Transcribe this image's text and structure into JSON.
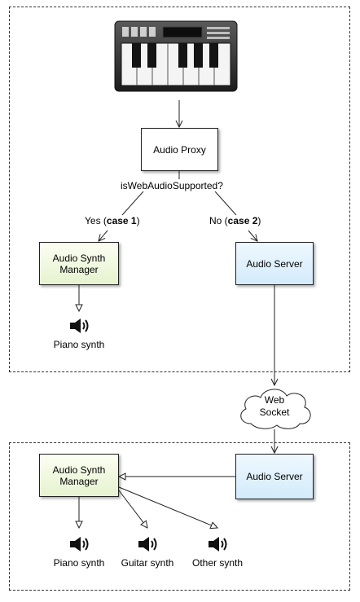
{
  "nodes": {
    "audio_proxy": "Audio Proxy",
    "synth_manager_top": "Audio Synth\nManager",
    "audio_server_top": "Audio Server",
    "audio_server_bottom": "Audio Server",
    "synth_manager_bottom": "Audio Synth\nManager",
    "web_socket": "Web\nSocket"
  },
  "labels": {
    "question": "isWebAudioSupported?",
    "yes_prefix": "Yes (",
    "yes_case": "case 1",
    "yes_suffix": ")",
    "no_prefix": "No (",
    "no_case": "case 2",
    "no_suffix": ")"
  },
  "outputs": {
    "top_piano": "Piano synth",
    "bottom_piano": "Piano synth",
    "bottom_guitar": "Guitar synth",
    "bottom_other": "Other synth"
  },
  "colors": {
    "green_box": "#e6f2cf",
    "blue_box": "#d3ebfa",
    "line": "#222222"
  },
  "icons": [
    "keyboard-icon",
    "speaker-icon",
    "cloud-icon"
  ]
}
